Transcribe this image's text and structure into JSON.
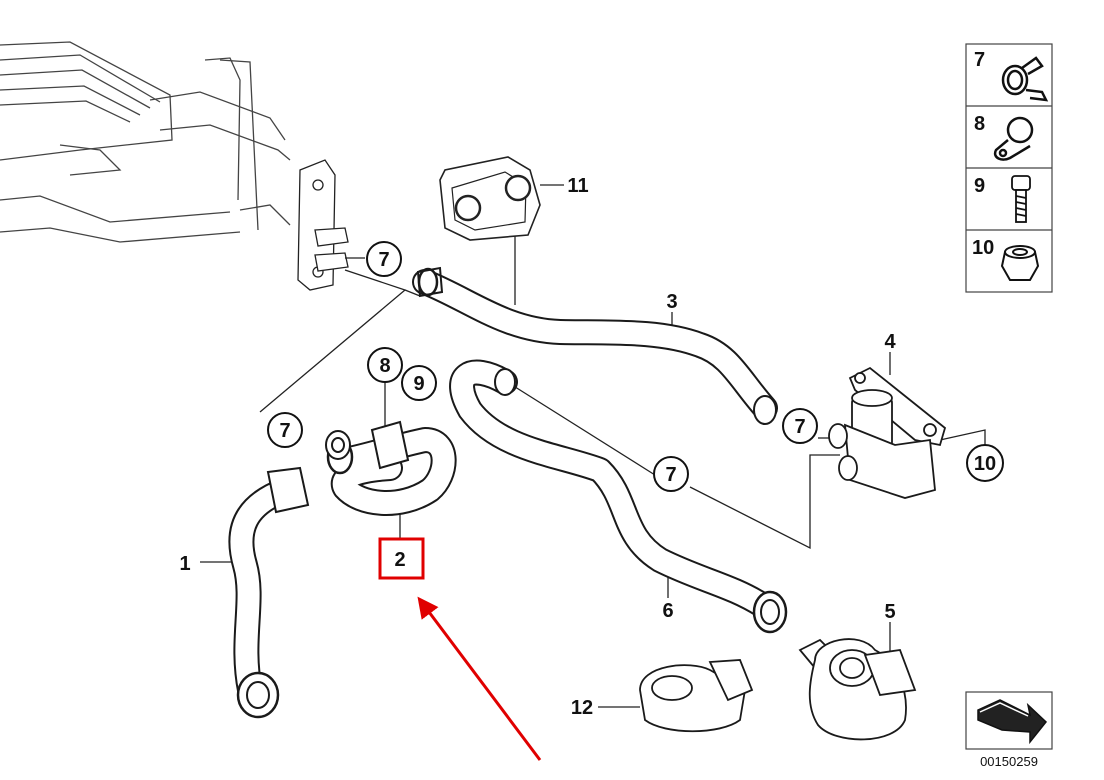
{
  "part_labels": {
    "p1": "1",
    "p2": "2",
    "p3": "3",
    "p4": "4",
    "p5": "5",
    "p6": "6",
    "p11": "11",
    "p12": "12"
  },
  "circle_labels": {
    "c7a": "7",
    "c7b": "7",
    "c7c": "7",
    "c7d": "7",
    "c8": "8",
    "c9": "9",
    "c10": "10"
  },
  "legend": [
    {
      "number": "7",
      "icon": "hose-clamp-icon"
    },
    {
      "number": "8",
      "icon": "p-clip-icon"
    },
    {
      "number": "9",
      "icon": "screw-icon"
    },
    {
      "number": "10",
      "icon": "nut-icon"
    }
  ],
  "diagram_code": "00150259",
  "highlight": {
    "label": "2",
    "color": "#e00000"
  },
  "colors": {
    "hose": "#1a1a1a",
    "line": "#222222",
    "highlight": "#e00000"
  }
}
